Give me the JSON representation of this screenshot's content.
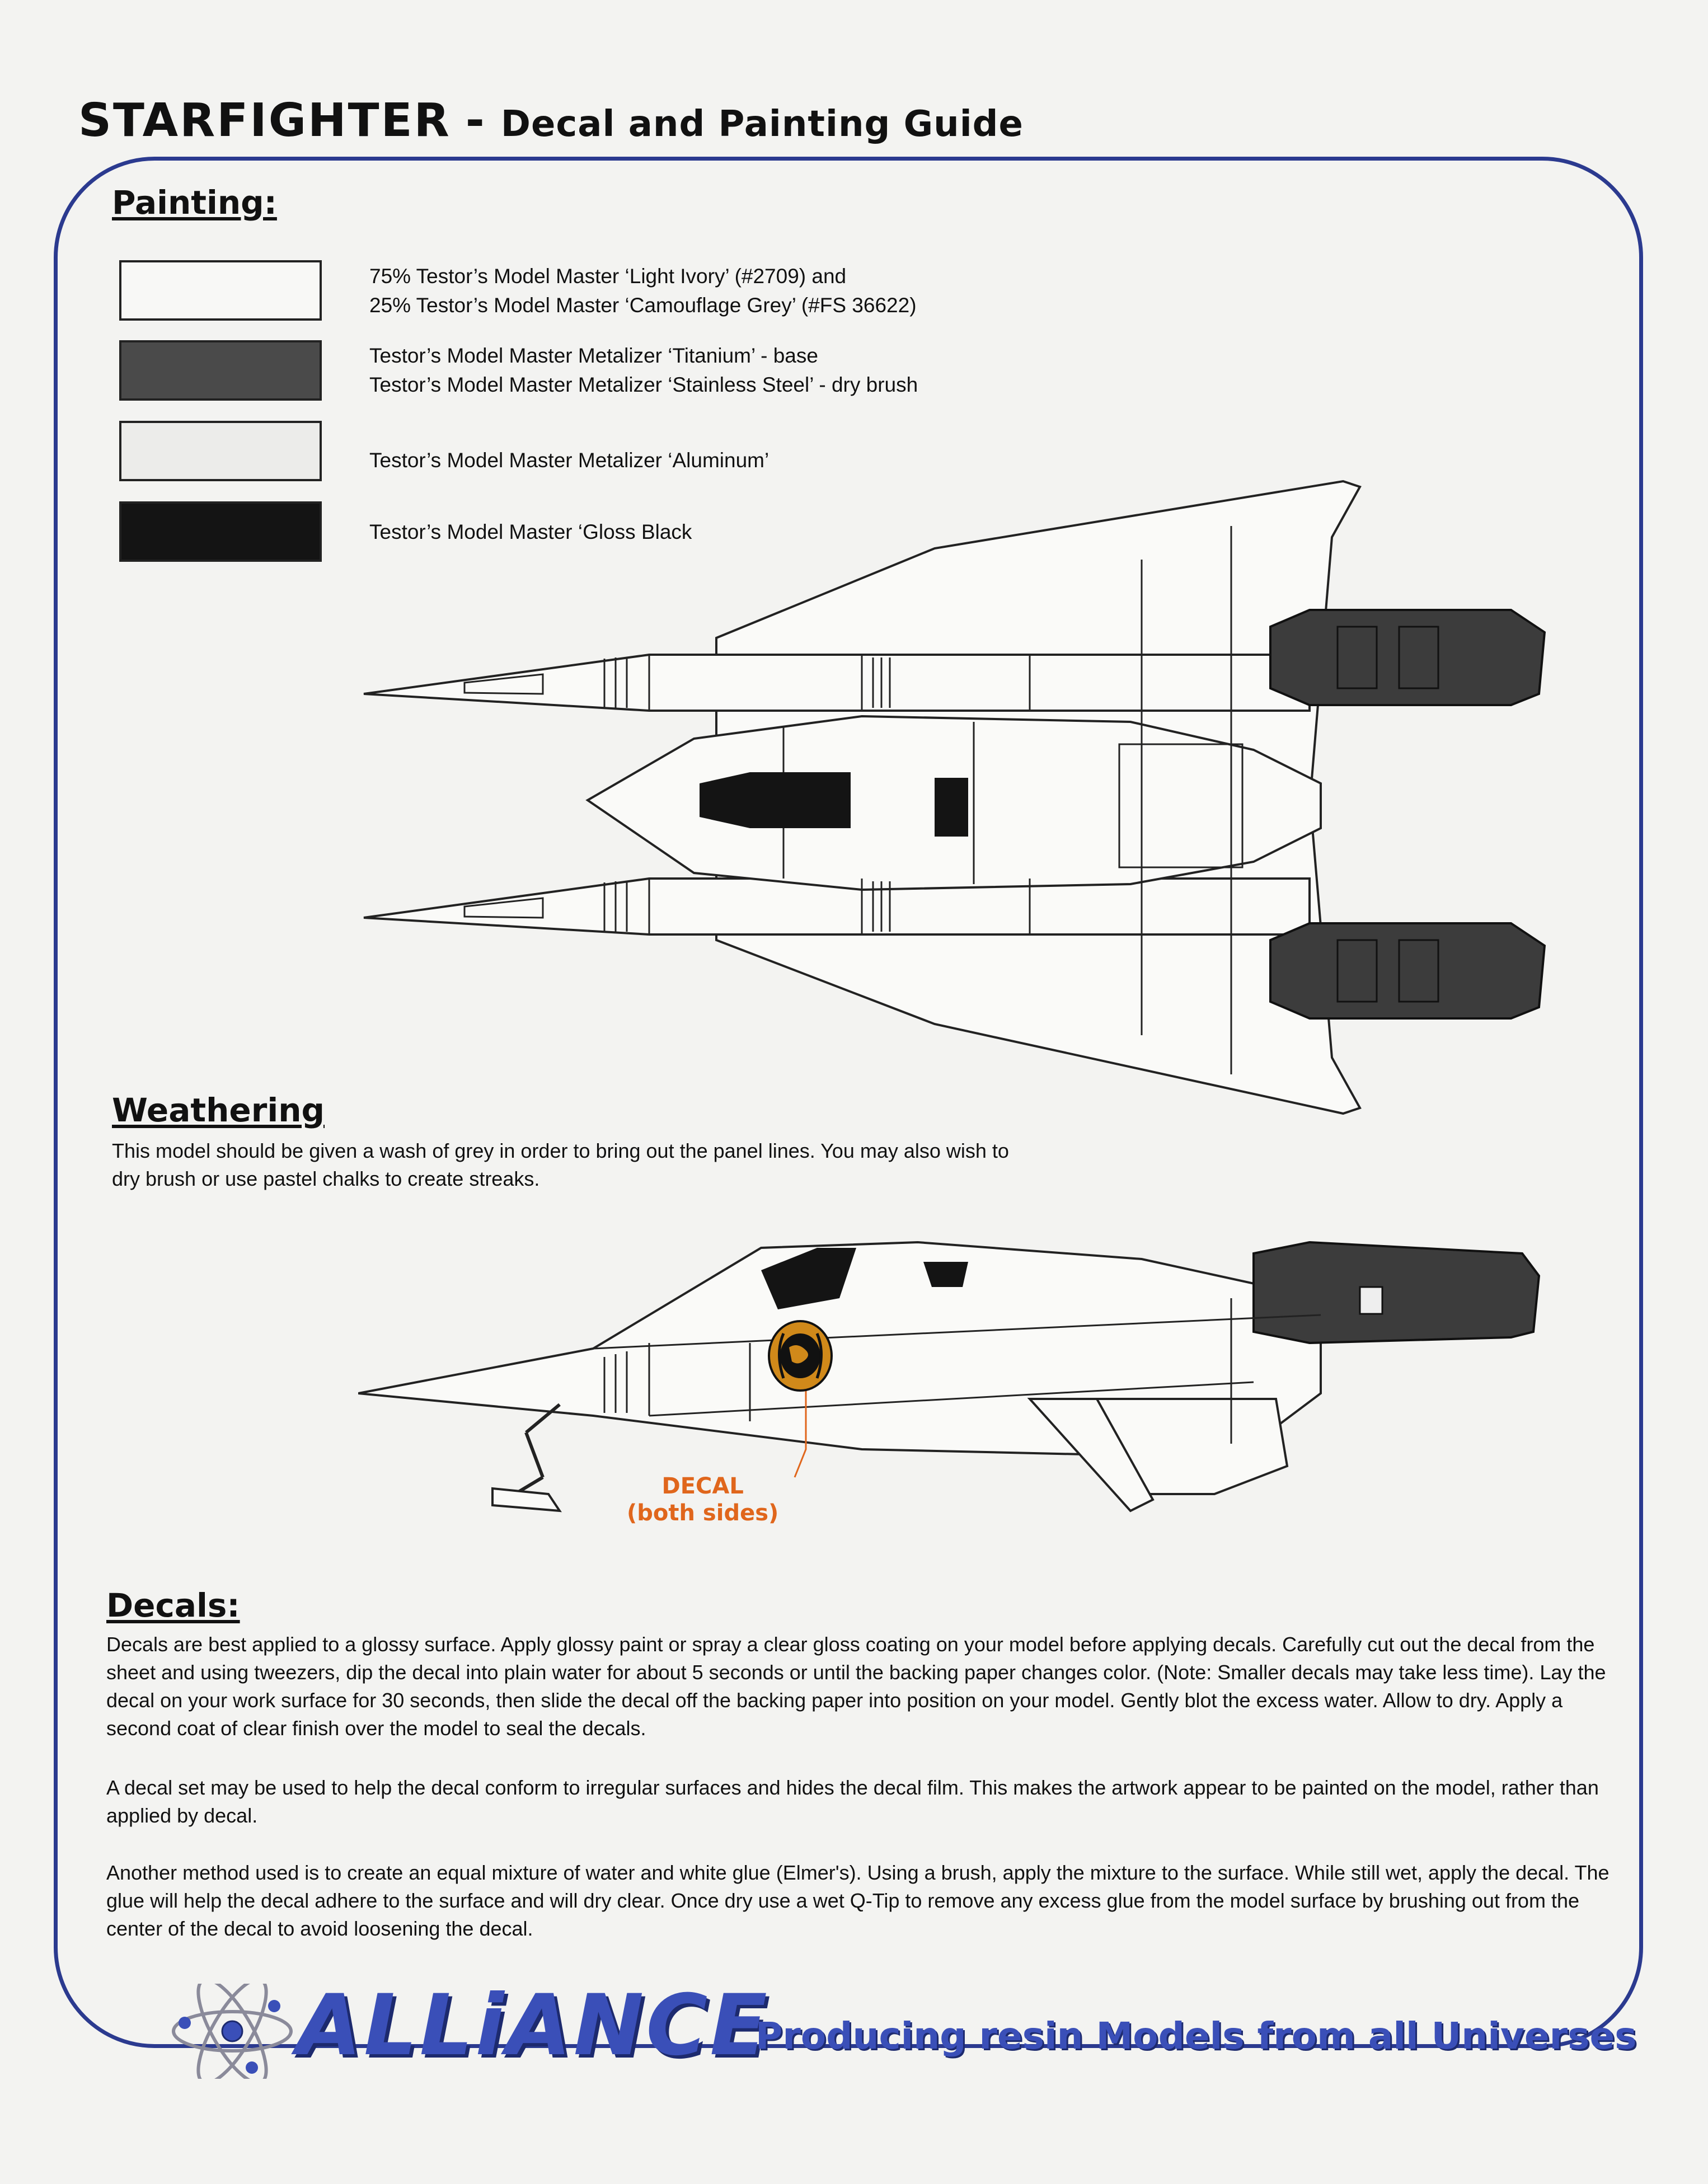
{
  "header": {
    "title": "STARFIGHTER",
    "dash": "-",
    "subtitle": "Decal and Painting Guide"
  },
  "painting": {
    "heading": "Painting:",
    "swatches": [
      {
        "color": "#f8f8f6",
        "lines": [
          "75% Testor’s Model Master ‘Light Ivory’ (#2709) and",
          "25% Testor’s Model Master ‘Camouflage Grey’ (#FS 36622)"
        ]
      },
      {
        "color": "#4a4a4a",
        "lines": [
          "Testor’s Model Master Metalizer ‘Titanium’ - base",
          "Testor’s Model Master Metalizer ‘Stainless Steel’ - dry brush"
        ]
      },
      {
        "color": "#ececea",
        "lines": [
          "Testor’s Model Master Metalizer ‘Aluminum’"
        ]
      },
      {
        "color": "#141414",
        "lines": [
          "Testor’s Model Master ‘Gloss Black"
        ]
      }
    ]
  },
  "weathering": {
    "heading": "Weathering",
    "text": "This model should be given a wash of grey in order to bring out the panel lines.  You may also wish to dry brush or use pastel chalks to create streaks."
  },
  "decal_callout": {
    "line1": "DECAL",
    "line2": "(both sides)",
    "color": "#e0661c"
  },
  "decals": {
    "heading": "Decals:",
    "paragraphs": [
      "Decals are best applied to a glossy surface.  Apply glossy paint or spray a clear gloss coating on your model before applying decals.  Carefully cut out the decal from the sheet and using tweezers, dip the decal into plain water for about 5 seconds or until the backing paper changes color. (Note: Smaller decals may take less time).  Lay the decal on your work surface for 30 seconds, then slide the decal off the backing paper into position on your model.  Gently blot the excess water.  Allow to dry.  Apply a second coat of clear finish over the model to seal the decals.",
      "A decal set may be used to help the decal conform to irregular surfaces and hides the decal film. This makes the artwork  appear to be painted on the model, rather than applied by decal.",
      "Another method used is to create an equal mixture of water and white glue (Elmer's).  Using a brush, apply the mixture to the surface. While still wet, apply the decal. The glue will help the decal adhere to the surface and will dry clear.  Once dry use a wet Q-Tip to remove any excess glue from the model surface by brushing out from the center of the decal to avoid loosening the decal."
    ]
  },
  "footer": {
    "brand": "ALLiANCE",
    "tagline": "Producing resin Models from all Universes",
    "brand_color": "#3a4fb8",
    "frame_color": "#2b3a8f"
  },
  "icons": {
    "logo": "atom-icon",
    "insignia": "globe-laurel-insignia"
  }
}
